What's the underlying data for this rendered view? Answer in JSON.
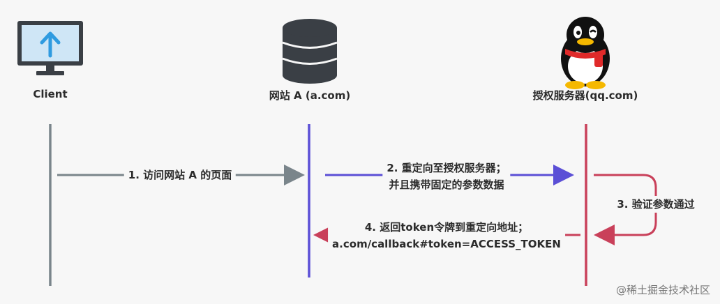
{
  "actors": {
    "client": "Client",
    "site_a": "网站 A (a.com)",
    "auth_server": "授权服务器(qq.com)"
  },
  "messages": {
    "m1": "1. 访问网站 A 的页面",
    "m2_line1": "2. 重定向至授权服务器；",
    "m2_line2": "并且携带固定的参数数据",
    "m3": "3. 验证参数通过",
    "m4_line1": "4. 返回token令牌到重定向地址；",
    "m4_line2": "a.com/callback#token=ACCESS_TOKEN"
  },
  "watermark": "@稀土掘金技术社区",
  "colors": {
    "client_line": "#7a858b",
    "site_line": "#5b4fd6",
    "auth_line": "#c9405a",
    "monitor_screen": "#cfe6f6",
    "upload_arrow": "#2f9be0",
    "scarf": "#e02a2a",
    "beak": "#f5b800"
  },
  "icons": {
    "client": "monitor-upload-icon",
    "site_a": "database-icon",
    "auth_server": "qq-penguin-icon"
  }
}
